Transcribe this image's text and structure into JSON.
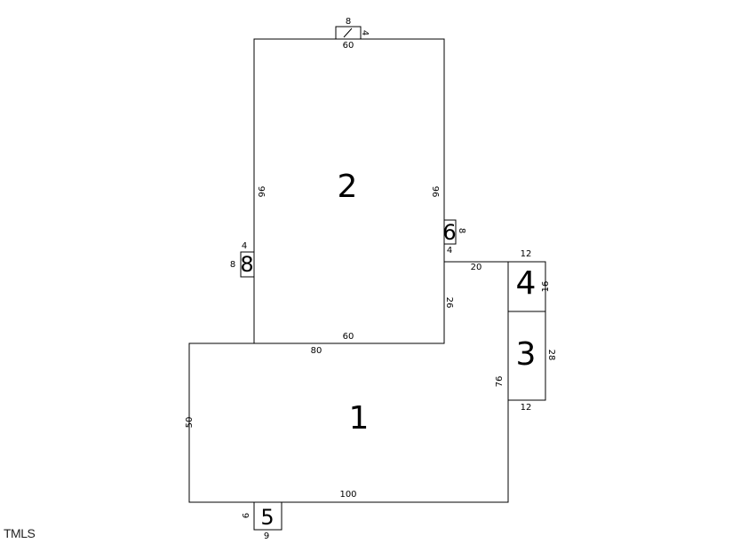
{
  "watermark": "TMLS",
  "areas": {
    "a1": {
      "label": "1",
      "dims": {
        "top": "80",
        "left": "50",
        "bottom": "100",
        "right": "76"
      }
    },
    "a2": {
      "label": "2",
      "dims": {
        "top": "60",
        "left": "96",
        "right": "96",
        "bottom": "60",
        "step": "26",
        "step_top": "20"
      }
    },
    "a3": {
      "label": "3",
      "dims": {
        "right": "28",
        "bottom": "12"
      }
    },
    "a4": {
      "label": "4",
      "dims": {
        "top": "12",
        "right": "16"
      }
    },
    "a5": {
      "label": "5",
      "dims": {
        "left": "9",
        "bottom": "9"
      }
    },
    "a6": {
      "label": "6",
      "dims": {
        "right": "8",
        "bottom": "4"
      }
    },
    "a7": {
      "dims": {
        "top": "8",
        "right": "4"
      }
    },
    "a8": {
      "label": "8",
      "dims": {
        "top": "4",
        "left": "8"
      }
    }
  }
}
